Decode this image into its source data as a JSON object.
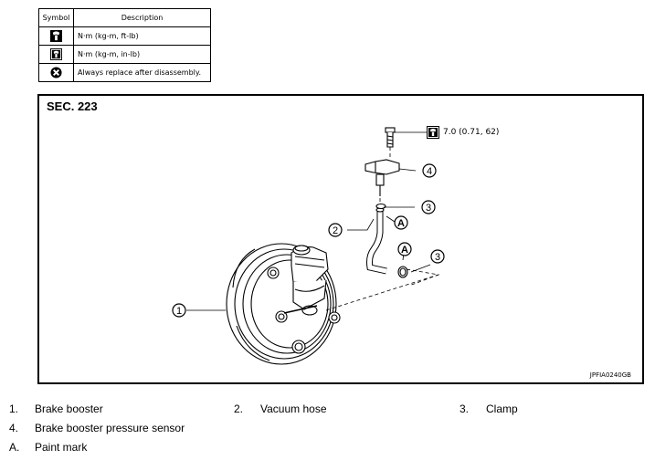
{
  "legend": {
    "header_symbol": "Symbol",
    "header_description": "Description",
    "rows": [
      {
        "icon": "torque-wrench-icon",
        "description": "N·m (kg-m, ft-lb)"
      },
      {
        "icon": "torque-wrench-icon",
        "description": "N·m (kg-m, in-lb)"
      },
      {
        "icon": "replace-x-icon",
        "description": "Always replace after disassembly."
      }
    ]
  },
  "figure": {
    "section": "SEC. 223",
    "code": "JPFIA0240GB",
    "torque_spec": "7.0 (0.71, 62)",
    "callouts": {
      "c1": "1",
      "c2": "2",
      "c3a": "3",
      "c3b": "3",
      "c4": "4",
      "ca1": "A",
      "ca2": "A"
    }
  },
  "parts_list": [
    {
      "num": "1.",
      "name": "Brake booster"
    },
    {
      "num": "2.",
      "name": "Vacuum hose"
    },
    {
      "num": "3.",
      "name": "Clamp"
    },
    {
      "num": "4.",
      "name": "Brake booster pressure sensor"
    },
    {
      "num": "A.",
      "name": "Paint mark"
    }
  ]
}
